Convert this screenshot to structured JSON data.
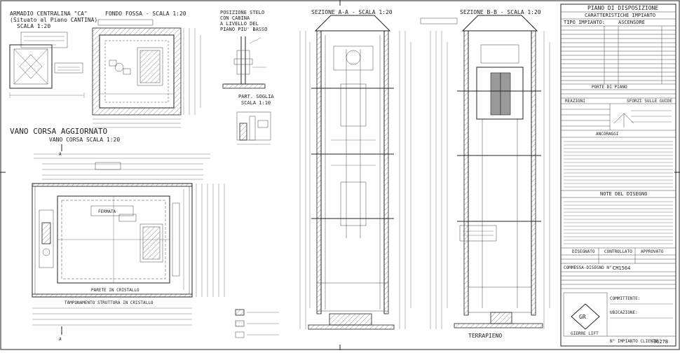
{
  "sheet": {
    "labels": {
      "armadio_title": "ARMADIO CENTRALINA \"CA\"",
      "armadio_sub": "(Situato al Piano CANTINA)",
      "armadio_scale": "SCALA 1:20",
      "fondo_fossa": "FONDO FOSSA  -  SCALA 1:20",
      "posizione_stelo": [
        "POSIZIONE STELO",
        "CON CABINA",
        "A LIVELLO DEL",
        "PIANO PIU' BASSO"
      ],
      "part_soglia": [
        "PART. SOGLIA",
        "SCALA 1:10"
      ],
      "vano_title": "VANO CORSA AGGIORNATO",
      "vano_scale": "VANO CORSA  SCALA 1:20",
      "sezione_aa": "SEZIONE A-A  -  SCALA 1:20",
      "sezione_bb": "SEZIONE B-B  -  SCALA 1:20",
      "terrapieno": "TERRAPIENO",
      "pareti_label": "PARETE IN CRISTALLO",
      "tamponamento": "TAMPONAMENTO STRUTTURA IN CRISTALLO",
      "fermata": "FERMATA"
    },
    "title_block": {
      "main_title": "PIANO DI DISPOSIZIONE",
      "sub_title": "CARATTERISTICHE IMPIANTO",
      "tipo_impianto": "TIPO IMPIANTO:",
      "tipo_value": "ASCENSORE",
      "section_porte": "PORTE DI PIANO",
      "section_ancoraggi": "ANCORAGGI",
      "section_reazioni": "REAZIONI",
      "section_sforzi": "SFORZI SULLE GUIDE",
      "note_head": "NOTE DEL DISEGNO",
      "disegnato": "DISEGNATO",
      "controllato": "CONTROLLATO",
      "approvato": "APPROVATO",
      "commessa_label": "COMMESSA-DISEGNO N°:",
      "commessa_value": "CM1564",
      "committente": "COMMITTENTE:",
      "ubicazione": "UBICAZIONE:",
      "n_impianto": "N° IMPIANTO CLIENTE",
      "n_impianto_value": "0627B",
      "logo_text": "GR",
      "company": "GIERRE LIFT"
    }
  }
}
